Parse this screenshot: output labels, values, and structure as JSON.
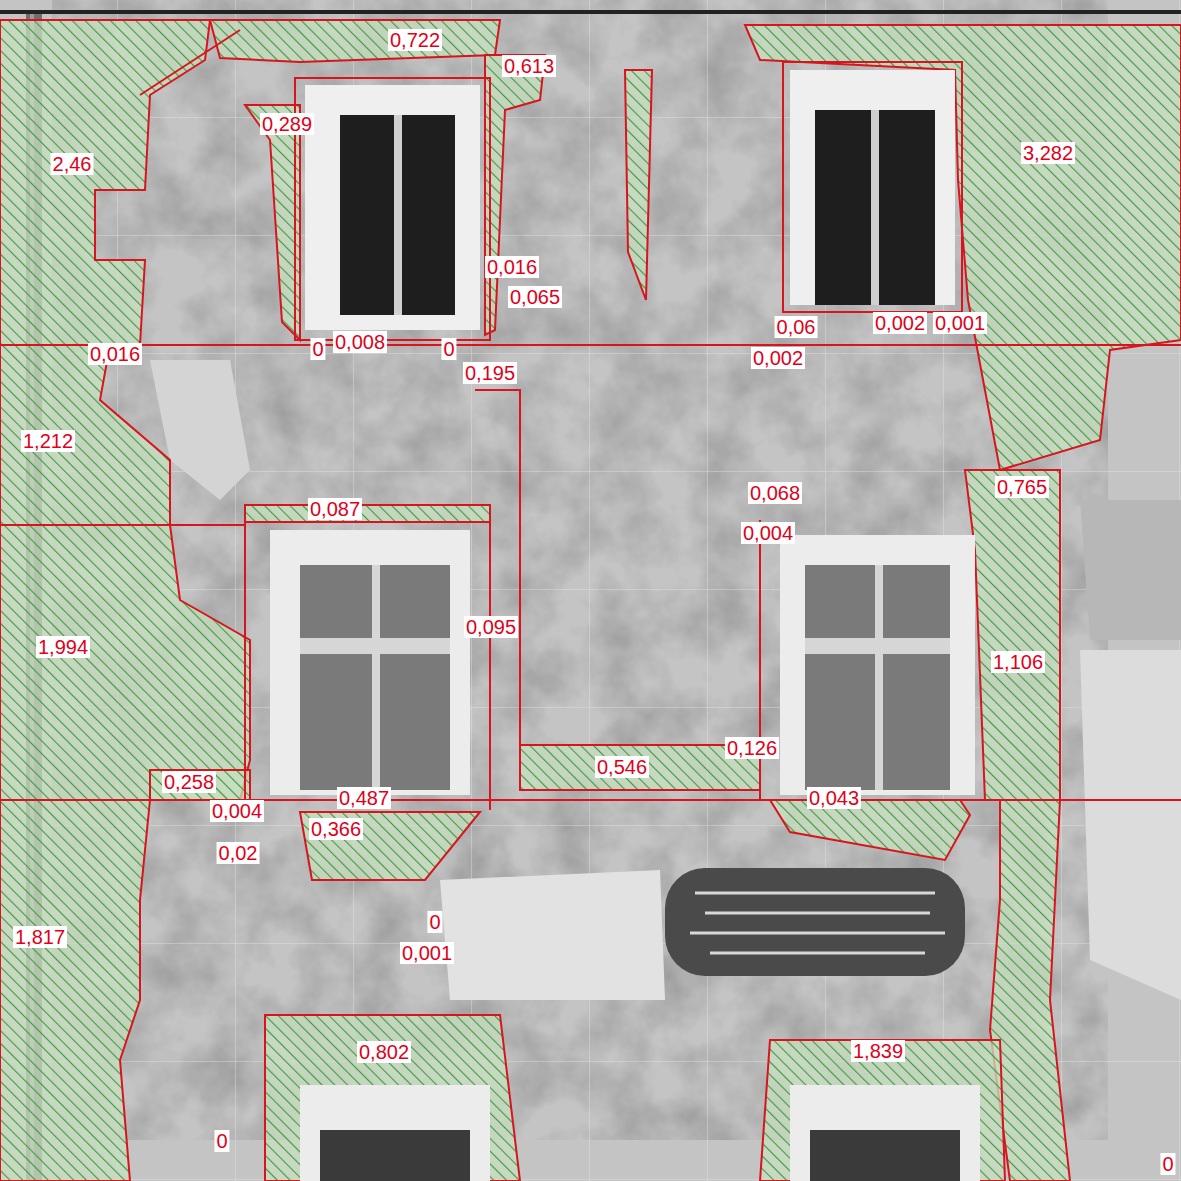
{
  "diagram": {
    "labels": [
      "0,722",
      "0,613",
      "0,289",
      "2,46",
      "3,282",
      "0,016",
      "0,065",
      "0,06",
      "0,002",
      "0,001",
      "0",
      "0,008",
      "0",
      "0,016",
      "0,002",
      "0,195",
      "1,212",
      "0,765",
      "0,068",
      "0,087",
      "0,004",
      "0,095",
      "1,994",
      "1,106",
      "0,126",
      "0,546",
      "0,258",
      "0,487",
      "0,043",
      "0,004",
      "0,366",
      "0,02",
      "0",
      "0,001",
      "1,817",
      "0,802",
      "1,839",
      "0",
      "0"
    ]
  }
}
